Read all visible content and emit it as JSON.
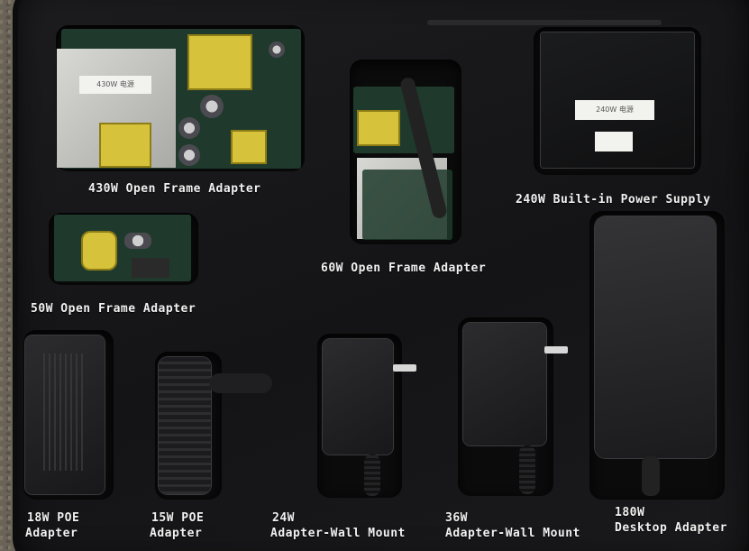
{
  "labels": {
    "w430": "430W Open Frame Adapter",
    "w60": "60W Open Frame Adapter",
    "w240": "240W Built-in Power Supply",
    "w50": "50W Open Frame Adapter",
    "poe18_line1": "18W POE",
    "poe18_line2": "Adapter",
    "poe15_line1": "15W POE",
    "poe15_line2": "Adapter",
    "wall24_line1": "24W",
    "wall24_line2": "Adapter-Wall Mount",
    "wall36_line1": "36W",
    "wall36_line2": "Adapter-Wall Mount",
    "desk180_line1": "180W",
    "desk180_line2": "Desktop Adapter"
  },
  "stickers": {
    "s430": "430W 电源",
    "s240": "240W 电源"
  },
  "colors": {
    "case": "#161618",
    "pocket": "#0b0b0c",
    "label": "#f1f1f1",
    "pcb": "#1f3a2c",
    "transformer_yellow": "#d6c23b"
  }
}
